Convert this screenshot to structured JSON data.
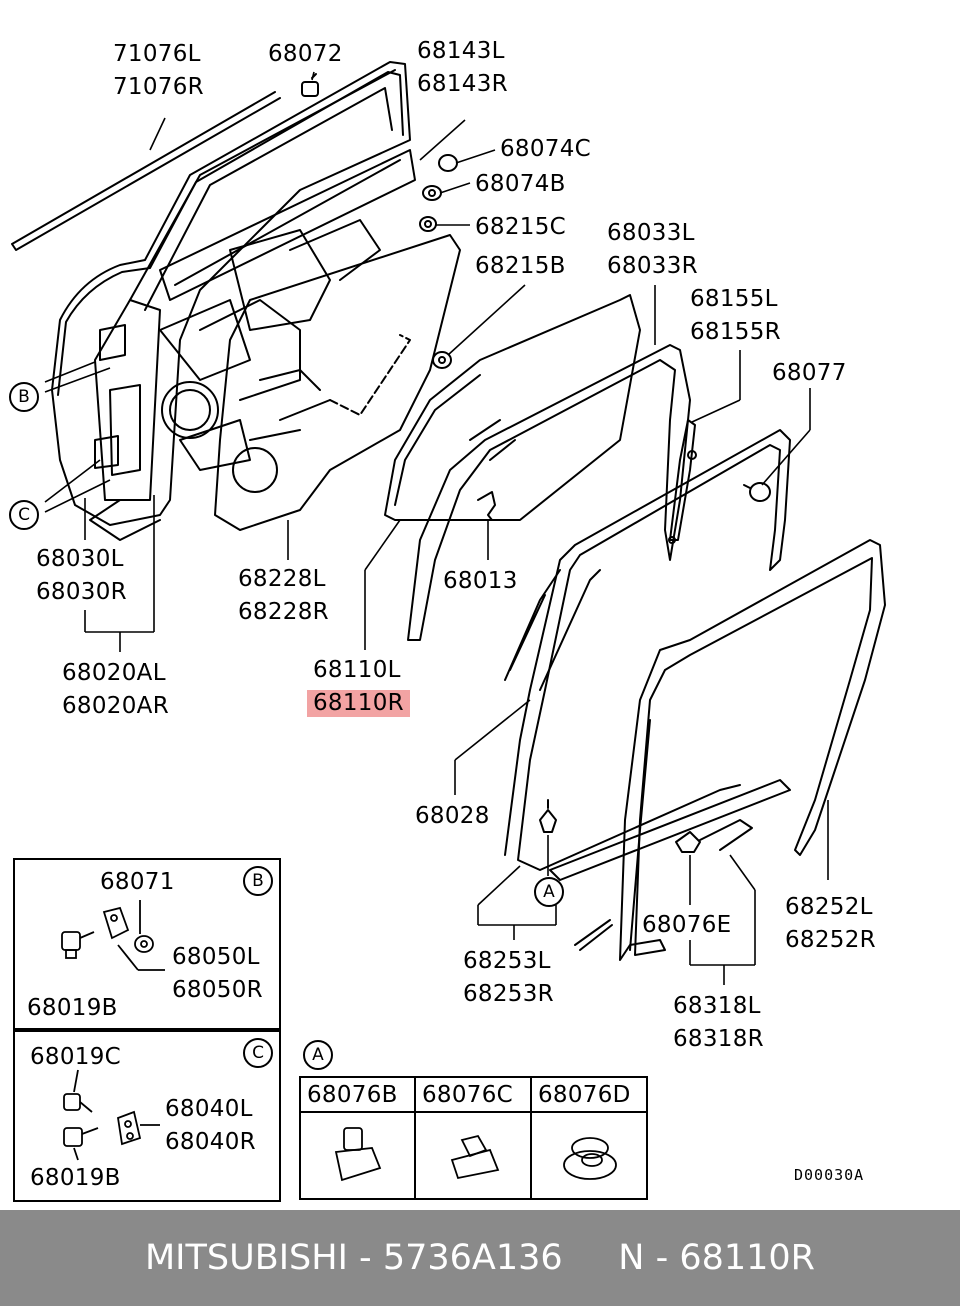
{
  "labels": {
    "p71076L": "71076L",
    "p71076R": "71076R",
    "p68072": "68072",
    "p68143L": "68143L",
    "p68143R": "68143R",
    "p68074C": "68074C",
    "p68074B": "68074B",
    "p68215C": "68215C",
    "p68215B": "68215B",
    "p68033L": "68033L",
    "p68033R": "68033R",
    "p68155L": "68155L",
    "p68155R": "68155R",
    "p68077": "68077",
    "p68030L": "68030L",
    "p68030R": "68030R",
    "p68228L": "68228L",
    "p68228R": "68228R",
    "p68013": "68013",
    "p68020AL": "68020AL",
    "p68020AR": "68020AR",
    "p68110L": "68110L",
    "p68110R": "68110R",
    "p68028": "68028",
    "p68252L": "68252L",
    "p68252R": "68252R",
    "p68253L": "68253L",
    "p68253R": "68253R",
    "p68076E": "68076E",
    "p68318L": "68318L",
    "p68318R": "68318R"
  },
  "callouts": {
    "A": "A",
    "B": "B",
    "C": "C"
  },
  "detail_b": {
    "p68071": "68071",
    "p68050L": "68050L",
    "p68050R": "68050R",
    "p68019B": "68019B"
  },
  "detail_c": {
    "p68019C": "68019C",
    "p68040L": "68040L",
    "p68040R": "68040R",
    "p68019B": "68019B"
  },
  "detail_a": {
    "headers": [
      "68076B",
      "68076C",
      "68076D"
    ]
  },
  "diagram_code": "D00030A",
  "footer": {
    "brand": "MITSUBISHI",
    "part_number": "5736A136",
    "ref": "N - 68110R"
  },
  "highlight_color": "#f2a3a3"
}
